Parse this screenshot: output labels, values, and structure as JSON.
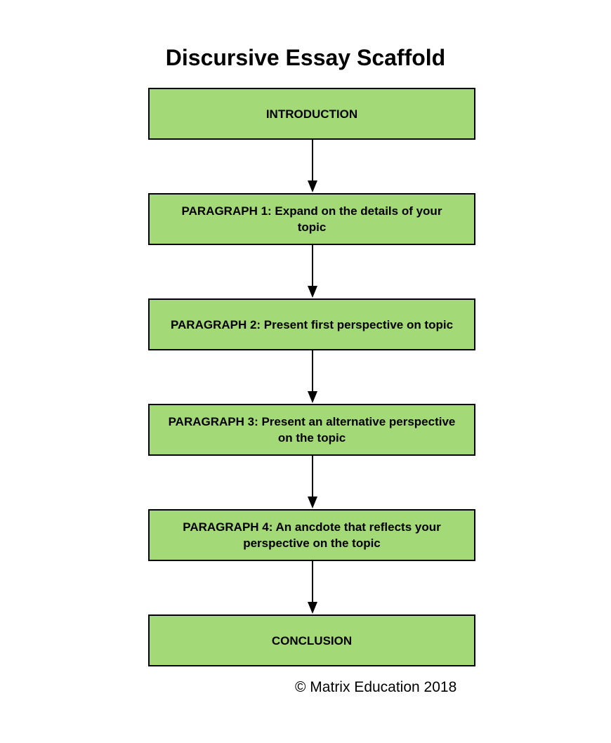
{
  "title": "Discursive Essay Scaffold",
  "box_fill_color": "#a3d977",
  "steps": [
    {
      "label": "INTRODUCTION"
    },
    {
      "label": "PARAGRAPH 1: Expand on the details of your topic"
    },
    {
      "label": "PARAGRAPH 2: Present first perspective on topic"
    },
    {
      "label": "PARAGRAPH 3: Present an alternative perspective on the topic"
    },
    {
      "label": "PARAGRAPH 4: An ancdote that reflects your perspective on the topic"
    },
    {
      "label": "CONCLUSION"
    }
  ],
  "copyright": "© Matrix Education 2018"
}
